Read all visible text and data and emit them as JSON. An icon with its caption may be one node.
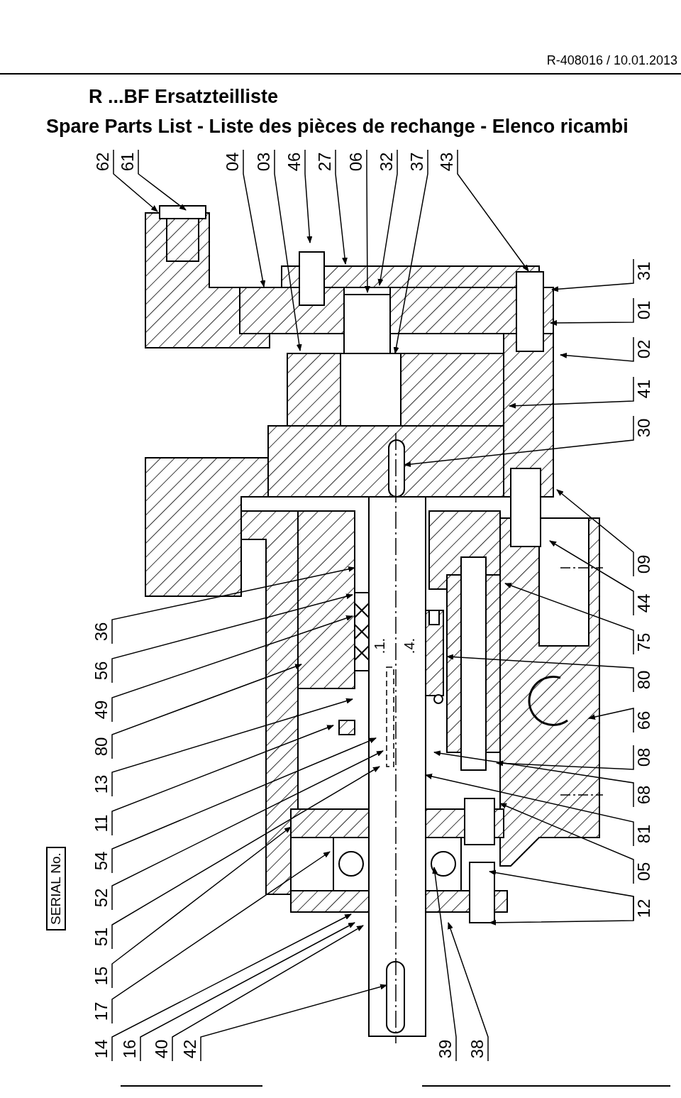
{
  "diagram": {
    "title": "R ...BF Ersatzteilliste",
    "nodes": [
      {
        "text": [
          "62"
        ]
      },
      {
        "text": [
          "61"
        ]
      },
      {
        "text": [
          "04"
        ]
      },
      {
        "text": [
          "03"
        ]
      },
      {
        "text": [
          "46"
        ]
      },
      {
        "text": [
          "27"
        ]
      },
      {
        "text": [
          "06"
        ]
      },
      {
        "text": [
          "32"
        ]
      },
      {
        "text": [
          "37"
        ]
      },
      {
        "text": [
          "43"
        ]
      },
      {
        "text": [
          "31"
        ]
      },
      {
        "text": [
          "01"
        ]
      },
      {
        "text": [
          "02"
        ]
      },
      {
        "text": [
          "41"
        ]
      },
      {
        "text": [
          "30"
        ]
      },
      {
        "text": [
          "09"
        ]
      },
      {
        "text": [
          "44"
        ]
      },
      {
        "text": [
          "75"
        ]
      },
      {
        "text": [
          "80"
        ]
      },
      {
        "text": [
          "66"
        ]
      },
      {
        "text": [
          "08"
        ]
      },
      {
        "text": [
          "68"
        ]
      },
      {
        "text": [
          "81"
        ]
      },
      {
        "text": [
          "05"
        ]
      },
      {
        "text": [
          "12"
        ]
      },
      {
        "text": [
          "36"
        ]
      },
      {
        "text": [
          "56"
        ]
      },
      {
        "text": [
          "49"
        ]
      },
      {
        "text": [
          "80"
        ]
      },
      {
        "text": [
          "13"
        ]
      },
      {
        "text": [
          "11"
        ]
      },
      {
        "text": [
          "54"
        ]
      },
      {
        "text": [
          "52"
        ]
      },
      {
        "text": [
          "51"
        ]
      },
      {
        "text": [
          "15"
        ]
      },
      {
        "text": [
          "17"
        ]
      },
      {
        "text": [
          "14"
        ]
      },
      {
        "text": [
          "16"
        ]
      },
      {
        "text": [
          "40"
        ]
      },
      {
        "text": [
          "42"
        ]
      },
      {
        "text": [
          "39"
        ]
      },
      {
        "text": [
          "38"
        ]
      }
    ],
    "edges": [
      {
        "from": 0,
        "to": null,
        "arrow": "to"
      },
      {
        "from": 1,
        "to": null,
        "arrow": "to"
      },
      {
        "from": 2,
        "to": null,
        "arrow": "to"
      },
      {
        "from": 3,
        "to": null,
        "arrow": "to"
      },
      {
        "from": 4,
        "to": null,
        "arrow": "to"
      },
      {
        "from": 5,
        "to": null,
        "arrow": "to"
      },
      {
        "from": 6,
        "to": null,
        "arrow": "to"
      },
      {
        "from": 7,
        "to": null,
        "arrow": "to"
      },
      {
        "from": 8,
        "to": null,
        "arrow": "to"
      },
      {
        "from": 9,
        "to": null,
        "arrow": "to"
      },
      {
        "from": 10,
        "to": null,
        "arrow": "to"
      },
      {
        "from": 11,
        "to": null,
        "arrow": "to"
      },
      {
        "from": 12,
        "to": null,
        "arrow": "to"
      },
      {
        "from": 13,
        "to": null,
        "arrow": "to"
      },
      {
        "from": 14,
        "to": null,
        "arrow": "to"
      },
      {
        "from": 15,
        "to": null,
        "arrow": "to"
      },
      {
        "from": 16,
        "to": null,
        "arrow": "to"
      },
      {
        "from": 17,
        "to": null,
        "arrow": "to"
      },
      {
        "from": 18,
        "to": null,
        "arrow": "to"
      },
      {
        "from": 19,
        "to": null,
        "arrow": "to"
      },
      {
        "from": 20,
        "to": null,
        "arrow": "to"
      },
      {
        "from": 21,
        "to": null,
        "arrow": "to"
      },
      {
        "from": 22,
        "to": null,
        "arrow": "to"
      },
      {
        "from": 23,
        "to": null,
        "arrow": "to"
      },
      {
        "from": 24,
        "to": null,
        "arrow": "to"
      },
      {
        "from": 24,
        "to": null,
        "arrow": "to"
      },
      {
        "from": 25,
        "to": null,
        "arrow": "to"
      },
      {
        "from": 26,
        "to": null,
        "arrow": "to"
      },
      {
        "from": 27,
        "to": null,
        "arrow": "to"
      },
      {
        "from": 28,
        "to": null,
        "arrow": "to"
      },
      {
        "from": 29,
        "to": null,
        "arrow": "to"
      },
      {
        "from": 30,
        "to": null,
        "arrow": "to"
      },
      {
        "from": 31,
        "to": null,
        "arrow": "to"
      },
      {
        "from": 32,
        "to": null,
        "arrow": "to"
      },
      {
        "from": 33,
        "to": null,
        "arrow": "to"
      },
      {
        "from": 34,
        "to": null,
        "arrow": "to"
      },
      {
        "from": 35,
        "to": null,
        "arrow": "to"
      },
      {
        "from": 36,
        "to": null,
        "arrow": "to"
      },
      {
        "from": 37,
        "to": null,
        "arrow": "to"
      },
      {
        "from": 38,
        "to": null,
        "arrow": "to"
      },
      {
        "from": 39,
        "to": null,
        "arrow": "to"
      },
      {
        "from": 40,
        "to": null,
        "arrow": "to"
      },
      {
        "from": 41,
        "to": null,
        "arrow": "to"
      }
    ],
    "labels": [
      "R-408016 / 10.01.2013",
      "Spare Parts List - Liste des pièces de rechange - Elenco ricambi",
      "SERIAL No.",
      ".1.",
      ".4."
    ]
  }
}
